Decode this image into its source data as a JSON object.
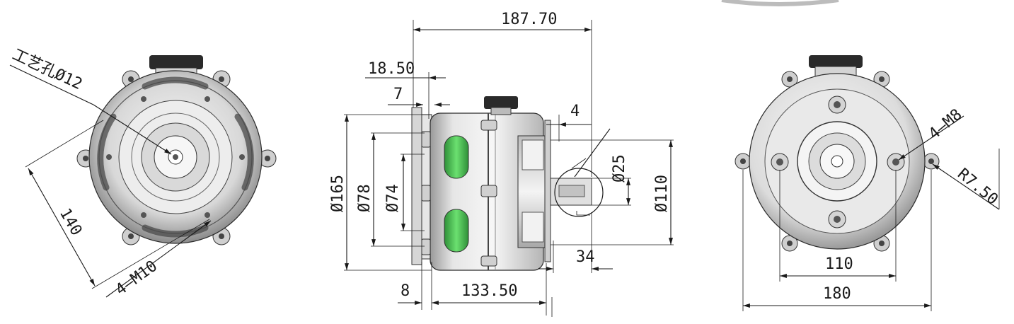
{
  "colors": {
    "line": "#1a1a1a",
    "metal_light": "#f2f2f2",
    "metal_mid": "#c9c9c9",
    "metal_dark": "#7a7a7a",
    "knob": "#2a2a2a",
    "vent_green": "#4fd35a"
  },
  "front_view": {
    "hole_label": "工艺孔Ø12",
    "dim_140": "140",
    "thread_label": "4–M10"
  },
  "side_view": {
    "dim_overall_length": "187.70",
    "dim_18_50": "18.50",
    "dim_7": "7",
    "dim_4": "4",
    "dim_phi165": "Ø165",
    "dim_phi78": "Ø78",
    "dim_phi74": "Ø74",
    "dim_phi25": "Ø25",
    "dim_phi110": "Ø110",
    "dim_34": "34",
    "dim_8": "8",
    "dim_133_50": "133.50"
  },
  "rear_view": {
    "thread_label": "4–M8",
    "radius_label": "R7.50",
    "dim_110": "110",
    "dim_180": "180"
  }
}
